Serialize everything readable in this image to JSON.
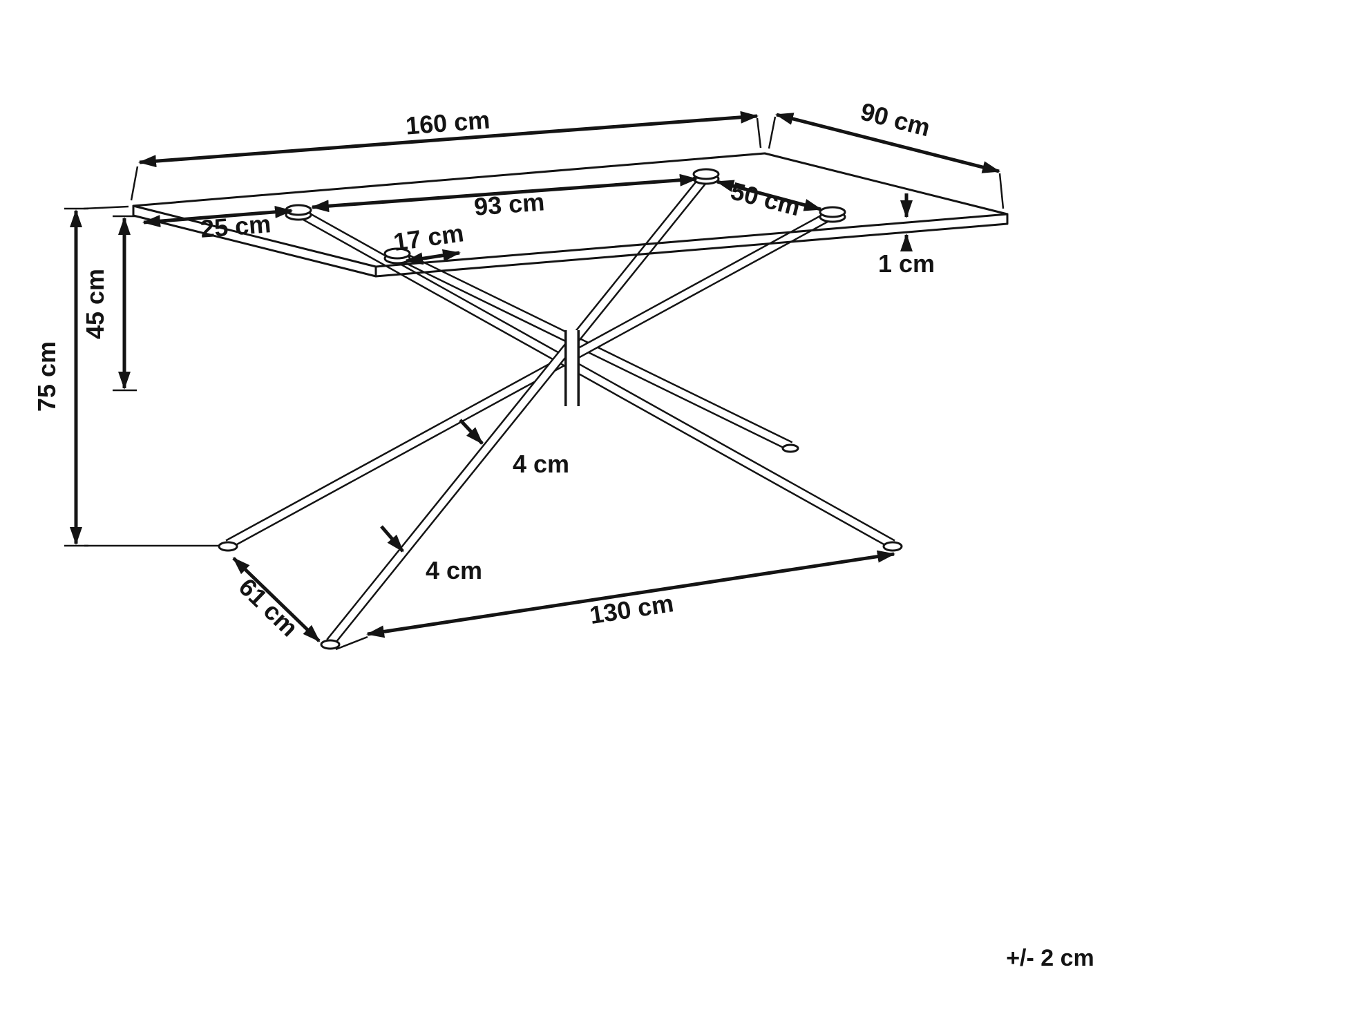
{
  "dimensions": {
    "top_length": "160 cm",
    "top_depth": "90 cm",
    "pad_span": "93 cm",
    "pad_inset": "25 cm",
    "pad_depth_span": "50 cm",
    "pad_gap": "17 cm",
    "top_thickness": "1 cm",
    "under_clearance": "45 cm",
    "total_height": "75 cm",
    "leg_width_upper": "4 cm",
    "leg_width_lower": "4 cm",
    "base_depth": "61 cm",
    "base_length": "130 cm"
  },
  "notes": {
    "tolerance": "+/- 2 cm"
  }
}
